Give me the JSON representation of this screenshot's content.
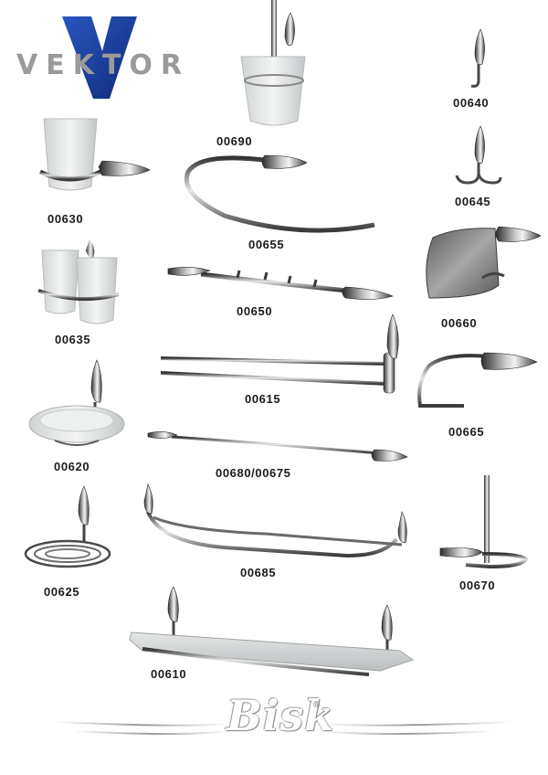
{
  "brand": {
    "name": "VEKTOR",
    "accent_color": "#1f47a6"
  },
  "footer": {
    "logo_text": "Bisk",
    "registered_mark": "®"
  },
  "products": [
    {
      "code": "00690"
    },
    {
      "code": "00640"
    },
    {
      "code": "00630"
    },
    {
      "code": "00645"
    },
    {
      "code": "00655"
    },
    {
      "code": "00635"
    },
    {
      "code": "00660"
    },
    {
      "code": "00650"
    },
    {
      "code": "00615"
    },
    {
      "code": "00665"
    },
    {
      "code": "00620"
    },
    {
      "code": "00680/00675"
    },
    {
      "code": "00685"
    },
    {
      "code": "00625"
    },
    {
      "code": "00670"
    },
    {
      "code": "00610"
    }
  ]
}
